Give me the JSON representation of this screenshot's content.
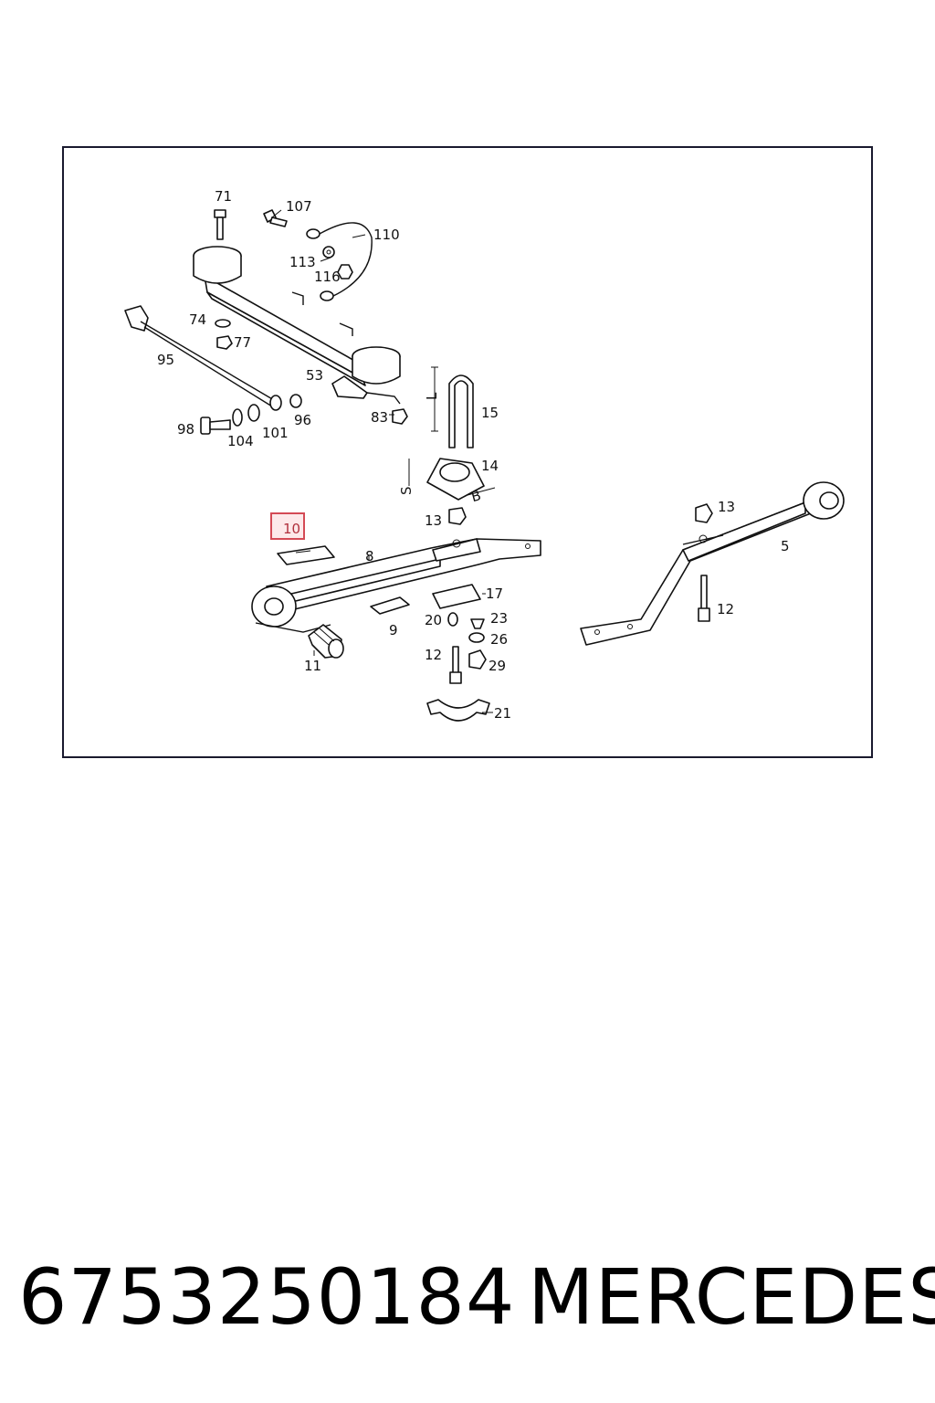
{
  "diagram": {
    "highlighted_part": "10",
    "labels": {
      "p71": "71",
      "p107": "107",
      "p110": "110",
      "p113": "113",
      "p116": "116",
      "p74": "74",
      "p77": "77",
      "p95": "95",
      "p53": "53",
      "p98": "98",
      "p104": "104",
      "p101": "101",
      "p96": "96",
      "p83": "83",
      "p15": "15",
      "L": "L",
      "p14": "14",
      "S": "S",
      "B": "B",
      "p13a": "13",
      "p10": "10",
      "p8": "8",
      "p17": "17",
      "p9": "9",
      "p20": "20",
      "p23": "23",
      "p26": "26",
      "p12a": "12",
      "p29": "29",
      "p11": "11",
      "p21": "21",
      "p13b": "13",
      "p5": "5",
      "p12b": "12"
    }
  },
  "footer": {
    "part_number": "6753250184",
    "brand": "MERCEDES"
  }
}
